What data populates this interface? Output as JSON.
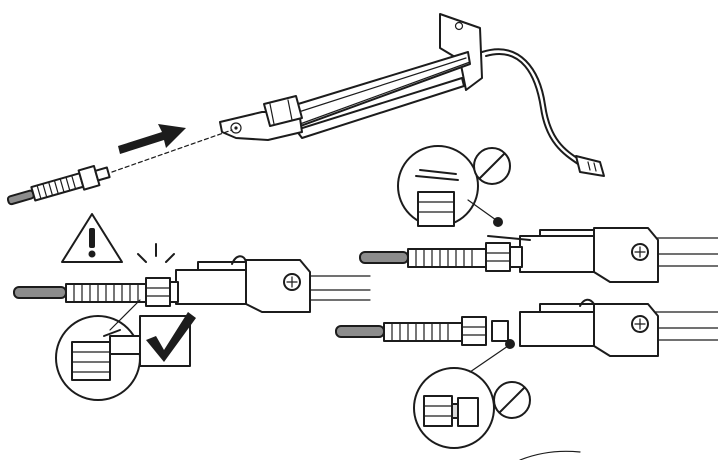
{
  "diagram": {
    "colors": {
      "ink": "#1c1c1c",
      "light_fill": "#d9d9d9",
      "mid_fill": "#8c8c8c",
      "background": "#ffffff"
    },
    "icons": {
      "warning": "warning-triangle-icon",
      "correct": "checkmark-icon",
      "incorrect": "prohibited-icon",
      "insert_direction": "arrow-right-icon"
    },
    "panels": [
      {
        "id": "assembly-overview",
        "status": "reference"
      },
      {
        "id": "correct-installation",
        "status": "correct"
      },
      {
        "id": "incorrect-installation-overlap",
        "status": "incorrect"
      },
      {
        "id": "incorrect-installation-gap",
        "status": "incorrect"
      }
    ]
  }
}
